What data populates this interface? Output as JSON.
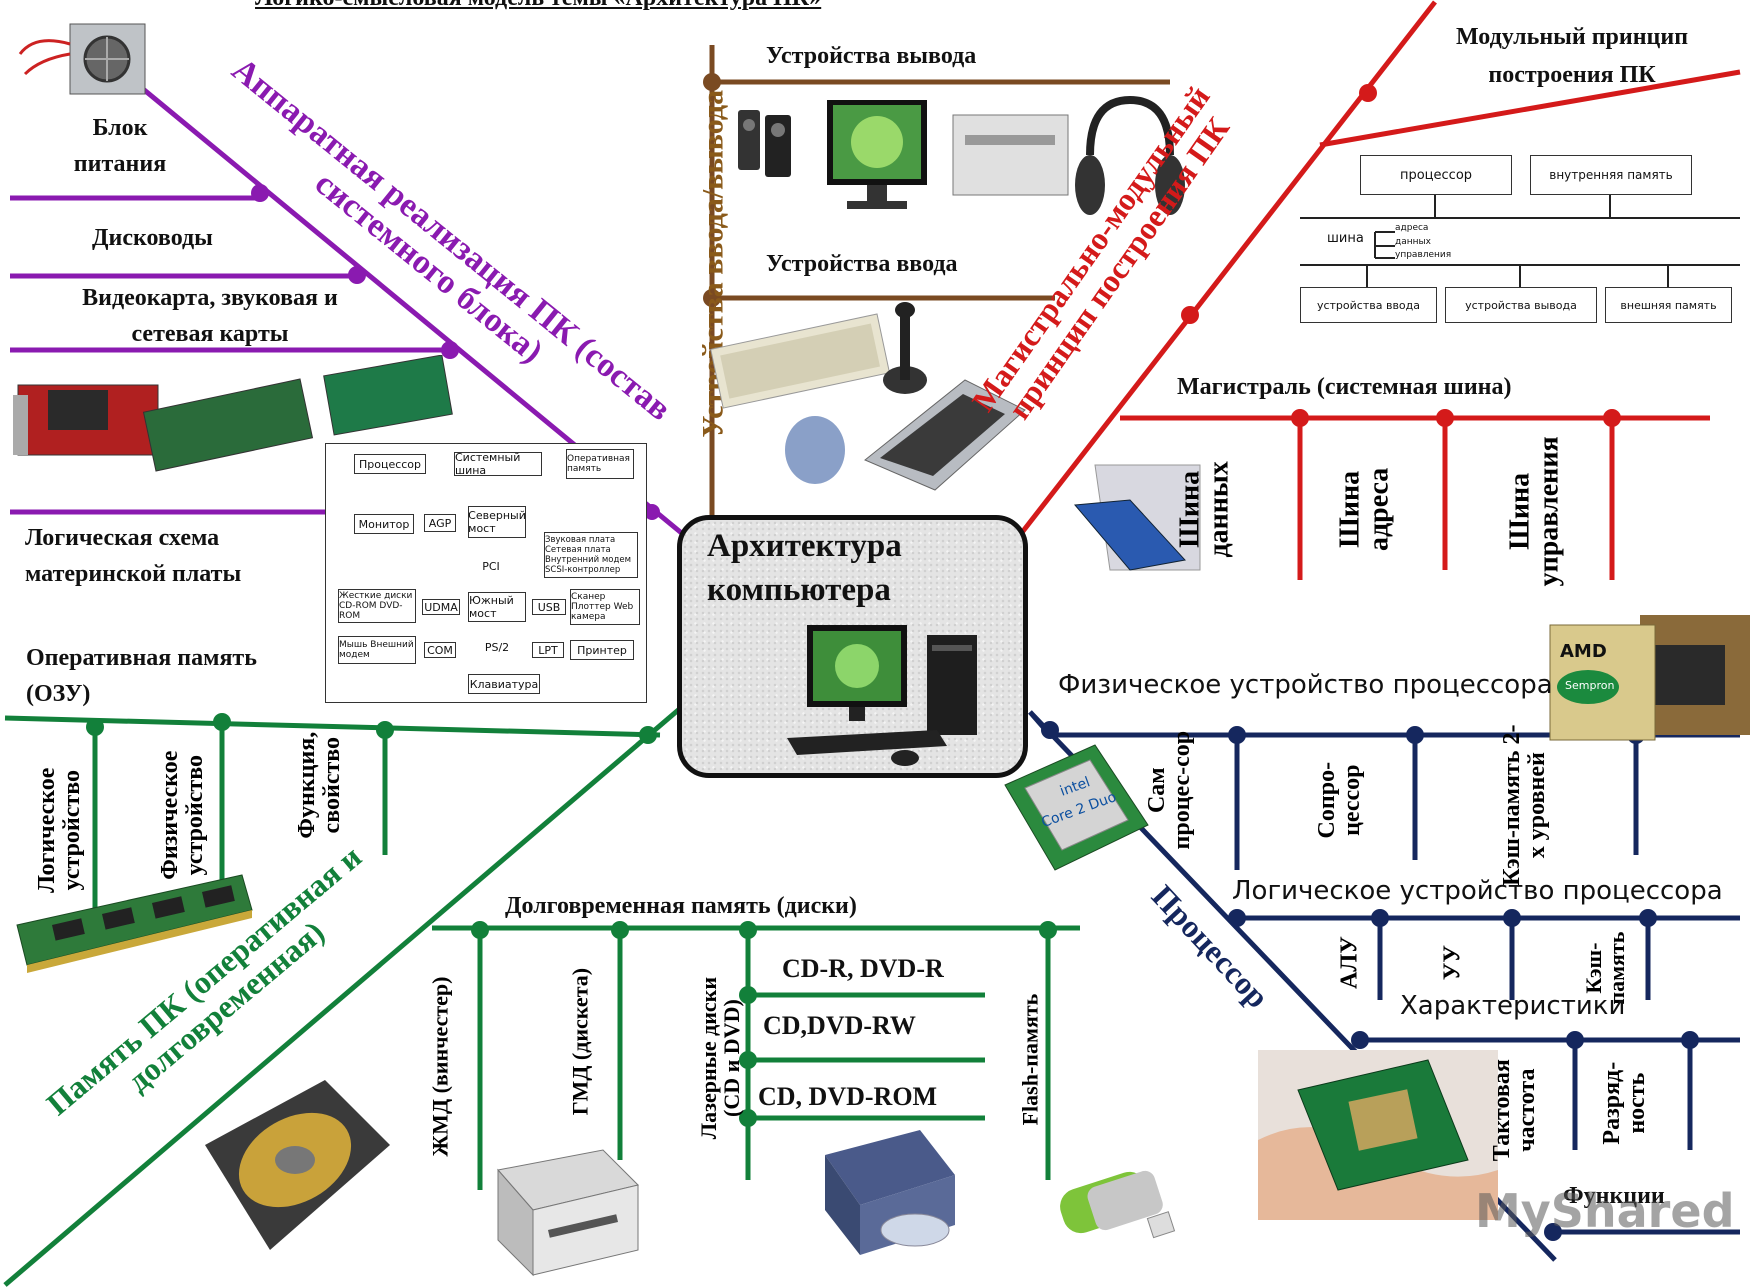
{
  "title": "Логико-смысловая модель темы «Архитектура ПК»",
  "center": {
    "line1": "Архитектура",
    "line2": "компьютера"
  },
  "colors": {
    "hardware": "#8a1ab0",
    "io": "#7a4a22",
    "bus": "#d41a1a",
    "memory": "#12803a",
    "cpu": "#15275e"
  },
  "hardware": {
    "branch": "Аппаратная реализация ПК (состав системного блока)",
    "psu": "Блок питания",
    "drives": "Дисководы",
    "cards": "Видеокарта, звуковая и сетевая карты",
    "board": "Логическая схема материнской платы",
    "schematic": [
      "Процессор",
      "Системный шина",
      "Оперативная память",
      "Монитор",
      "AGP",
      "Северный мост",
      "PCI",
      "Звуковая плата Сетевая плата Внутренний модем SCSI-контроллер",
      "Жесткие диски CD-ROM DVD-ROM",
      "UDMA",
      "Южный мост",
      "USB",
      "Сканер Плоттер Web камера",
      "Мышь Внешний модем",
      "COM",
      "PS/2",
      "LPT",
      "Принтер",
      "Клавиатура"
    ]
  },
  "io": {
    "branch": "Устройства ввода/вывода",
    "output": "Устройства вывода",
    "input": "Устройства ввода"
  },
  "bus": {
    "branch": "Магистрально-модульный принцип построения ПК",
    "modular": "Модульный принцип построения ПК",
    "diagram": {
      "cpu": "процессор",
      "mem": "внутренняя память",
      "bus": "шина",
      "addr": "адреса",
      "data": "данных",
      "ctrl": "управления",
      "in": "устройства ввода",
      "out": "устройства вывода",
      "ext": "внешняя память"
    },
    "main": "Магистраль (системная шина)",
    "data_bus": "Шина данных",
    "addr_bus": "Шина адреса",
    "ctrl_bus": "Шина управления"
  },
  "memory": {
    "branch": "Память ПК (оперативная и долговременная)",
    "ram": "Оперативная память (ОЗУ)",
    "logical": "Логическое устройство",
    "physical": "Физическое устройство",
    "function": "Функция, свойство",
    "long": "Долговременная память (диски)",
    "hdd": "ЖМД (винчестер)",
    "fdd": "ГМД (дискета)",
    "laser": "Лазерные диски (CD и DVD)",
    "r": "CD-R, DVD-R",
    "rw": "CD,DVD-RW",
    "rom": "CD, DVD-ROM",
    "flash": "Flash-память"
  },
  "cpu": {
    "branch": "Процессор",
    "physical": "Физическое устройство процессора",
    "self": "Сам процес-сор",
    "co": "Сопро-цессор",
    "cache2": "Кэш-память 2-х уровней",
    "logical": "Логическое устройство процессора",
    "alu": "АЛУ",
    "cu": "УУ",
    "cache": "Кэш-память",
    "chars": "Характеристики",
    "clock": "Тактовая частота",
    "width": "Разряд-ность",
    "functions": "Функции",
    "chip_brand": "AMD",
    "chip_model": "Sempron",
    "intel": "intel",
    "core": "Core 2 Duo"
  },
  "watermark": "MyShared"
}
